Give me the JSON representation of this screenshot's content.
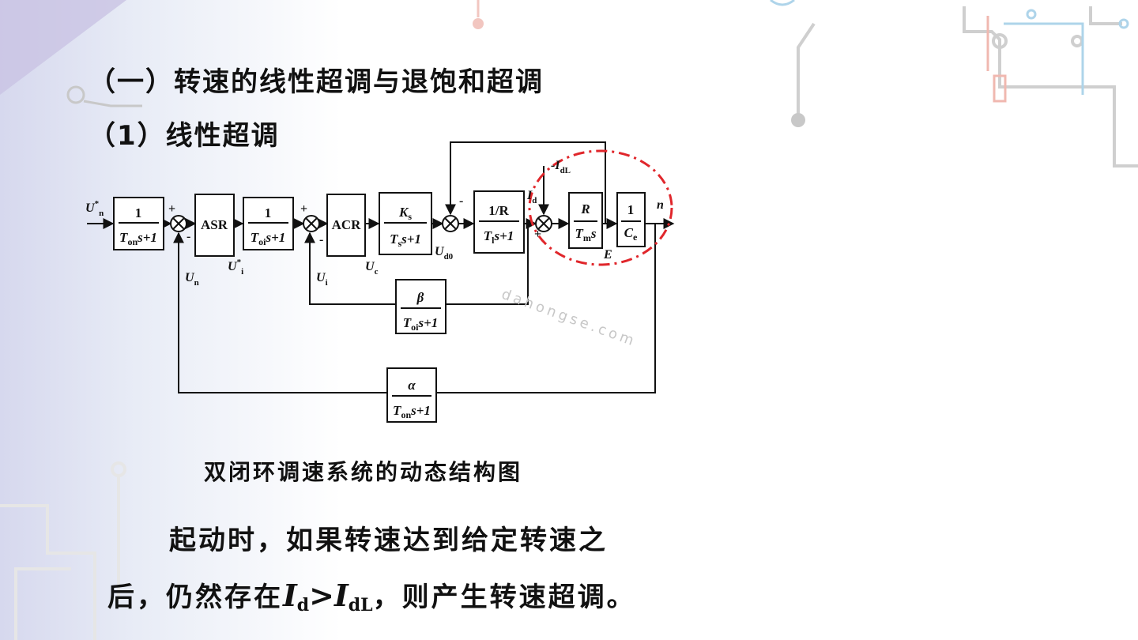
{
  "slide": {
    "title": "（一）转速的线性超调与退饱和超调",
    "subtitle": "（1）线性超调",
    "caption": "双闭环调速系统的动态结构图",
    "para_line1": "起动时，如果转速达到给定转速之",
    "para_line2_a": "后，仍然存在",
    "para_line2_I1": "I",
    "para_line2_sub1": "d",
    "para_line2_gt": ">",
    "para_line2_I2": "I",
    "para_line2_sub2": "dL",
    "para_line2_b": "，则产生转速超调。",
    "watermark": "dahongse.com"
  },
  "diagram": {
    "blocks": {
      "filter_in": {
        "num": "1",
        "den_T": "T",
        "den_sub": "on",
        "den_rest": "s+1"
      },
      "asr": {
        "label": "ASR"
      },
      "filter_i": {
        "num": "1",
        "den_T": "T",
        "den_sub": "oi",
        "den_rest": "s+1"
      },
      "acr": {
        "label": "ACR"
      },
      "converter": {
        "num_K": "K",
        "num_sub": "s",
        "den_T": "T",
        "den_sub": "s",
        "den_rest": "s+1"
      },
      "armature": {
        "num": "1/R",
        "den_T": "T",
        "den_sub": "l",
        "den_rest": "s+1"
      },
      "mechanical": {
        "num": "R",
        "den_T": "T",
        "den_sub": "m",
        "den_rest": "s"
      },
      "emf": {
        "num": "1",
        "den_C": "C",
        "den_sub": "e"
      },
      "fb_current": {
        "num": "β",
        "den_T": "T",
        "den_sub": "oi",
        "den_rest": "s+1"
      },
      "fb_speed": {
        "num": "α",
        "den_T": "T",
        "den_sub": "on",
        "den_rest": "s+1"
      }
    },
    "signals": {
      "un_star": "U",
      "un_star_sup": "*",
      "un_star_sub": "n",
      "un": "U",
      "un_sub": "n",
      "ui_star": "U",
      "ui_star_sup": "*",
      "ui_star_sub": "i",
      "ui": "U",
      "ui_sub": "i",
      "uc": "U",
      "uc_sub": "c",
      "ud0": "U",
      "ud0_sub": "d0",
      "id": "I",
      "id_sub": "d",
      "idl": "-I",
      "idl_sub": "dL",
      "e": "E",
      "n": "n"
    },
    "signs": {
      "plus": "+",
      "minus": "-"
    }
  }
}
